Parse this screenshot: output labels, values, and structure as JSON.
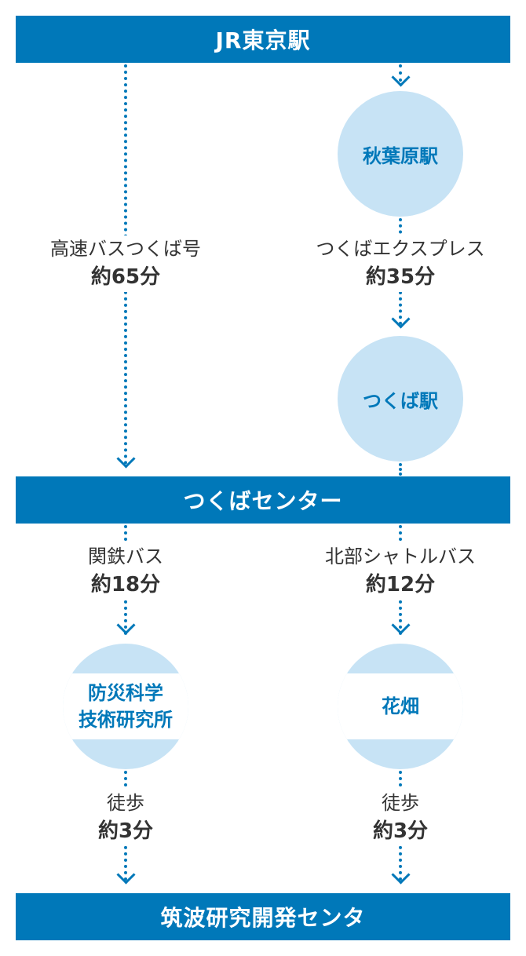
{
  "stations": {
    "start": "JR東京駅",
    "hub": "つくばセンター",
    "end": "筑波研究開発センタ"
  },
  "nodes": {
    "akihabara": "秋葉原駅",
    "tsukuba_station": "つくば駅",
    "bosai_line1": "防災科学",
    "bosai_line2": "技術研究所",
    "hanabatake": "花畑"
  },
  "routes": {
    "highway_bus": {
      "mode": "高速バスつくば号",
      "time": "約65分"
    },
    "tsukuba_express": {
      "mode": "つくばエクスプレス",
      "time": "約35分"
    },
    "kantetsu_bus": {
      "mode": "関鉄バス",
      "time": "約18分"
    },
    "north_shuttle": {
      "mode": "北部シャトルバス",
      "time": "約12分"
    },
    "walk_left": {
      "mode": "徒歩",
      "time": "約3分"
    },
    "walk_right": {
      "mode": "徒歩",
      "time": "約3分"
    }
  },
  "colors": {
    "primary_blue": "#0078b9",
    "light_blue": "#c7e3f5",
    "text": "#333333"
  }
}
